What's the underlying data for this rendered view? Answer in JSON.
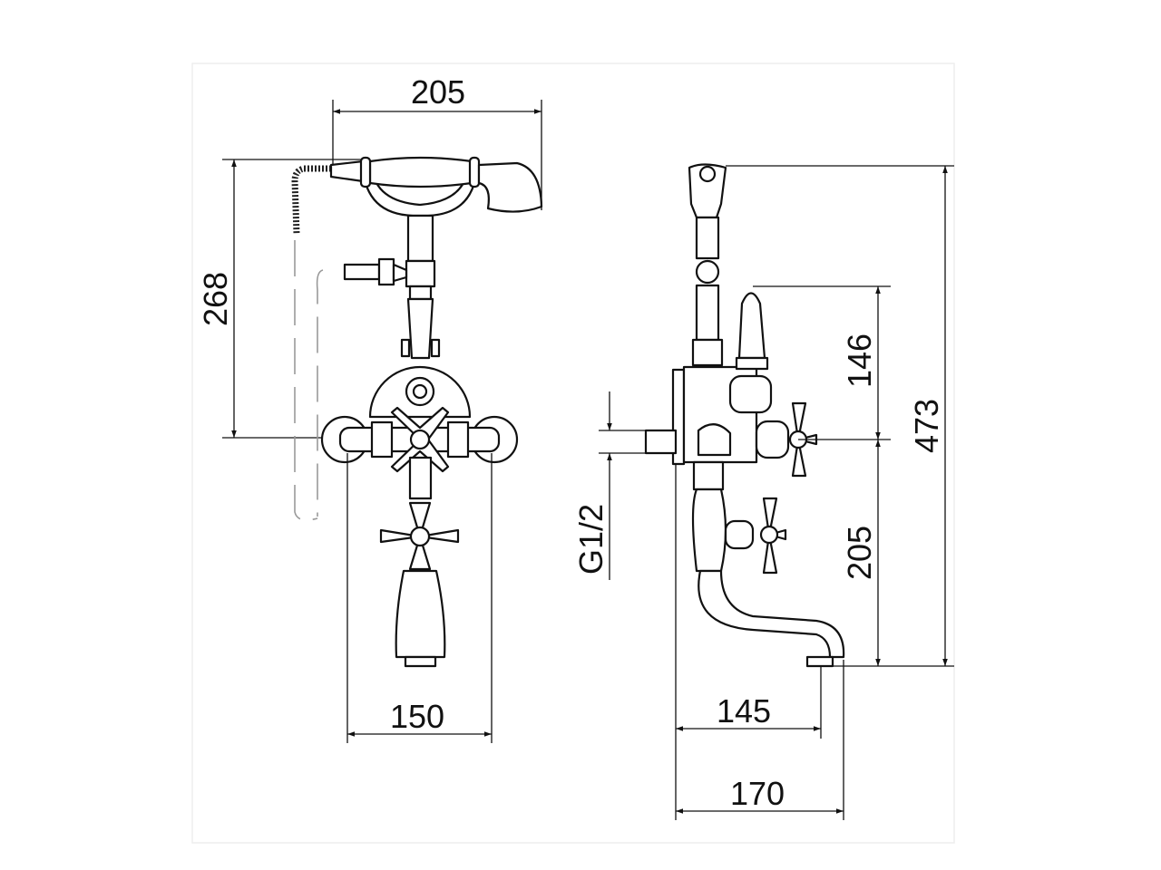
{
  "drawing": {
    "front_view": {
      "handshower_width": "205",
      "handshower_height": "268",
      "inlet_centers": "150"
    },
    "side_view": {
      "inlet_thread": "G1/2",
      "lever_height": "146",
      "total_height": "473",
      "spout_height": "205",
      "spout_reach": "145",
      "total_depth": "170"
    }
  }
}
